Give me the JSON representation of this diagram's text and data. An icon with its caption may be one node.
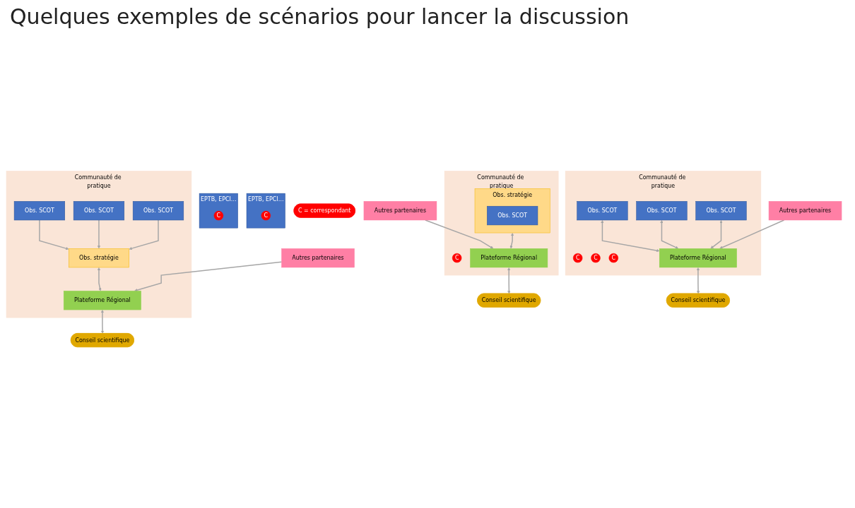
{
  "diagram": {
    "title": "Quelques exemples de scénarios pour lancer la discussion",
    "nodes": [
      {
        "text": [
          "Communauté de pratique"
        ]
      },
      {
        "text": [
          "Obs. SCOT"
        ],
        "in": 0
      },
      {
        "text": [
          "Obs. SCOT"
        ],
        "in": 0
      },
      {
        "text": [
          "Obs. SCOT"
        ],
        "in": 0
      },
      {
        "text": [
          "EPTB, EPCI…"
        ]
      },
      {
        "text": [
          "C"
        ],
        "in": 4
      },
      {
        "text": [
          "Obs. stratégie"
        ],
        "in": 0
      },
      {
        "text": [
          "Plateforme Régional"
        ],
        "in": 0
      },
      {
        "text": [
          "Autres partenaires"
        ]
      },
      {
        "text": [
          "Conseil scientifique"
        ]
      },
      {
        "text": [
          "Communauté de pratique"
        ]
      },
      {
        "text": [
          "Obs. stratégie"
        ],
        "in": 10
      },
      {
        "text": [
          "Obs. SCOT"
        ],
        "in": 11
      },
      {
        "text": [
          "C"
        ],
        "in": 10
      },
      {
        "text": [
          "Plateforme Régional"
        ],
        "in": 10
      },
      {
        "text": [
          "Autres partenaires"
        ]
      },
      {
        "text": [
          "Conseil scientifique"
        ]
      },
      {
        "text": [
          "EPTB, EPCI…"
        ]
      },
      {
        "text": [
          "C"
        ],
        "in": 17
      },
      {
        "text": [
          "Communauté de pratique"
        ]
      },
      {
        "text": [
          "Obs. SCOT"
        ],
        "in": 19
      },
      {
        "text": [
          "Obs. SCOT"
        ],
        "in": 19
      },
      {
        "text": [
          "Obs. SCOT"
        ],
        "in": 19
      },
      {
        "text": [
          "C"
        ],
        "in": 19
      },
      {
        "text": [
          "C"
        ],
        "in": 19
      },
      {
        "text": [
          "C"
        ],
        "in": 19
      },
      {
        "text": [
          "Plateforme Régional"
        ],
        "in": 19
      },
      {
        "text": [
          "Autres partenaires"
        ]
      },
      {
        "text": [
          "Conseil scientifique"
        ]
      },
      {
        "text": [
          "C = correspondant"
        ]
      }
    ],
    "edges": [
      {
        "from": 1,
        "to": 6,
        "arrow": "to"
      },
      {
        "from": 2,
        "to": 6,
        "arrow": "to"
      },
      {
        "from": 3,
        "to": 6,
        "arrow": "to"
      },
      {
        "from": 6,
        "to": 7,
        "arrow": "both"
      },
      {
        "from": 8,
        "to": 7,
        "arrow": "to"
      },
      {
        "from": 7,
        "to": 9,
        "arrow": "both"
      },
      {
        "from": 11,
        "to": 14,
        "arrow": "both"
      },
      {
        "from": 15,
        "to": 14,
        "arrow": "to"
      },
      {
        "from": 14,
        "to": 16,
        "arrow": "both"
      },
      {
        "from": 20,
        "to": 26,
        "arrow": "both"
      },
      {
        "from": 21,
        "to": 26,
        "arrow": "both"
      },
      {
        "from": 22,
        "to": 26,
        "arrow": "both"
      },
      {
        "from": 27,
        "to": 26,
        "arrow": "to"
      },
      {
        "from": 26,
        "to": 28,
        "arrow": "both"
      }
    ]
  }
}
